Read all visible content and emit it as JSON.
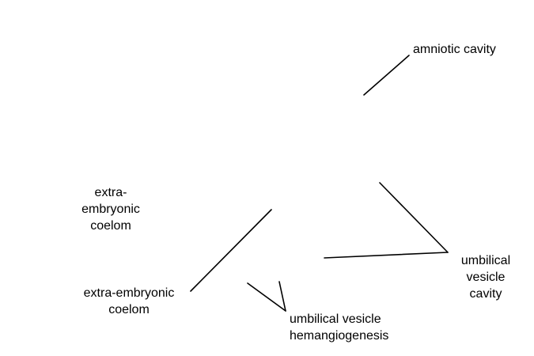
{
  "labels": {
    "amniotic_cavity": "amniotic cavity",
    "extra_embryonic_coelom_upper": "extra-\nembryonic\ncoelom",
    "extra_embryonic_coelom_lower": "extra-embryonic\ncoelom",
    "umbilical_vesicle_cavity": "umbilical\nvesicle\ncavity",
    "umbilical_vesicle_hemangiogenesis": "umbilical vesicle\nhemangiogenesis"
  },
  "colors": {
    "line": "#000000",
    "text": "#000000",
    "background": "#ffffff"
  }
}
